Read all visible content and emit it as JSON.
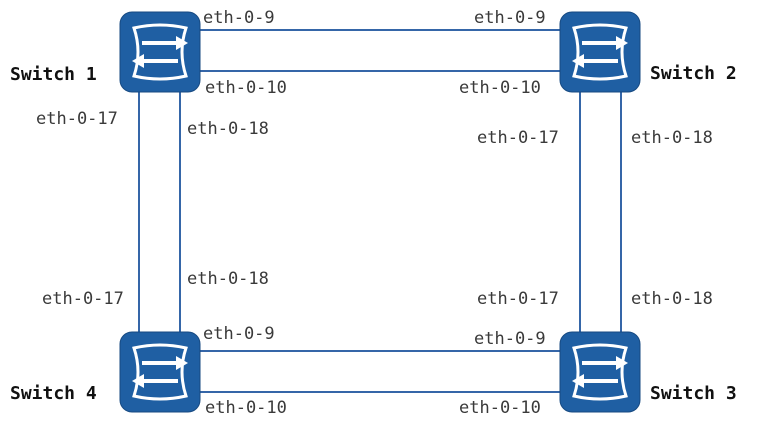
{
  "colors": {
    "link": "#3566a8",
    "switch_fill": "#1f5fa3",
    "switch_border": "#174a82",
    "icon": "#ffffff",
    "text": "#3a3a3a"
  },
  "icon": "network-switch-icon",
  "switches": {
    "s1": {
      "name": "Switch 1"
    },
    "s2": {
      "name": "Switch 2"
    },
    "s3": {
      "name": "Switch 3"
    },
    "s4": {
      "name": "Switch 4"
    }
  },
  "ports": {
    "s1_top_a": "eth-0-9",
    "s1_top_b": "eth-0-10",
    "s2_top_a": "eth-0-9",
    "s2_top_b": "eth-0-10",
    "s1_down_a": "eth-0-17",
    "s1_down_b": "eth-0-18",
    "s4_up_a": "eth-0-17",
    "s4_up_b": "eth-0-18",
    "s2_down_a": "eth-0-17",
    "s2_down_b": "eth-0-18",
    "s3_up_a": "eth-0-17",
    "s3_up_b": "eth-0-18",
    "s4_bot_a": "eth-0-9",
    "s4_bot_b": "eth-0-10",
    "s3_bot_a": "eth-0-9",
    "s3_bot_b": "eth-0-10"
  }
}
